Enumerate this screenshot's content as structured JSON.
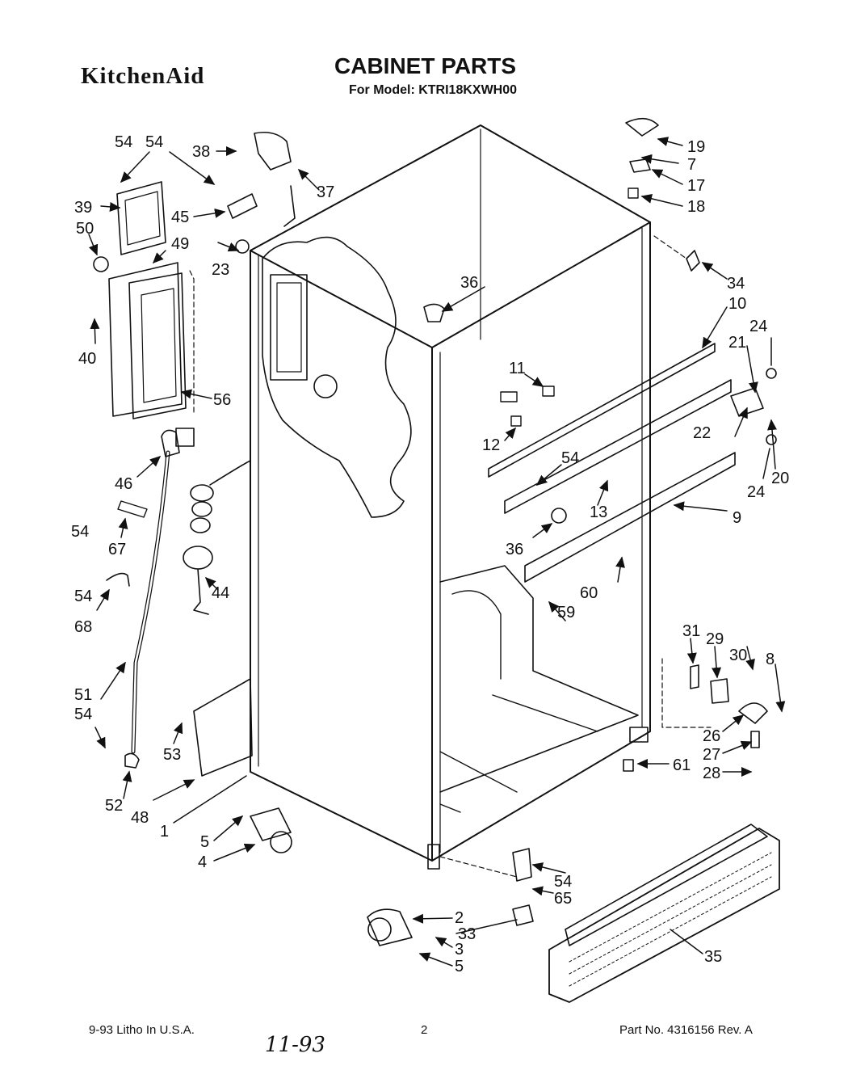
{
  "header": {
    "brand": "KitchenAid",
    "title": "CABINET PARTS",
    "subtitle": "For Model: KTRI18KXWH00"
  },
  "footer": {
    "left": "9-93 Litho In U.S.A.",
    "page": "2",
    "right": "Part No. 4316156 Rev. A",
    "handwritten": "11-93"
  },
  "labels": {
    "l1": "1",
    "l2": "2",
    "l3": "3",
    "l4": "4",
    "l5a": "5",
    "l5b": "5",
    "l7": "7",
    "l8": "8",
    "l9": "9",
    "l10": "10",
    "l11": "11",
    "l12": "12",
    "l13": "13",
    "l17": "17",
    "l18": "18",
    "l19": "19",
    "l20": "20",
    "l21": "21",
    "l22": "22",
    "l23": "23",
    "l24a": "24",
    "l24b": "24",
    "l26": "26",
    "l27": "27",
    "l28": "28",
    "l29": "29",
    "l30": "30",
    "l31": "31",
    "l33": "33",
    "l34": "34",
    "l35": "35",
    "l36a": "36",
    "l36b": "36",
    "l37": "37",
    "l38": "38",
    "l39": "39",
    "l40": "40",
    "l44": "44",
    "l45": "45",
    "l46": "46",
    "l48": "48",
    "l49": "49",
    "l50": "50",
    "l51": "51",
    "l52": "52",
    "l53": "53",
    "l54a": "54",
    "l54b": "54",
    "l54c": "54",
    "l54d": "54",
    "l54e": "54",
    "l54f": "54",
    "l54g": "54",
    "l56": "56",
    "l59": "59",
    "l60": "60",
    "l61": "61",
    "l65": "65",
    "l67": "67",
    "l68": "68"
  }
}
